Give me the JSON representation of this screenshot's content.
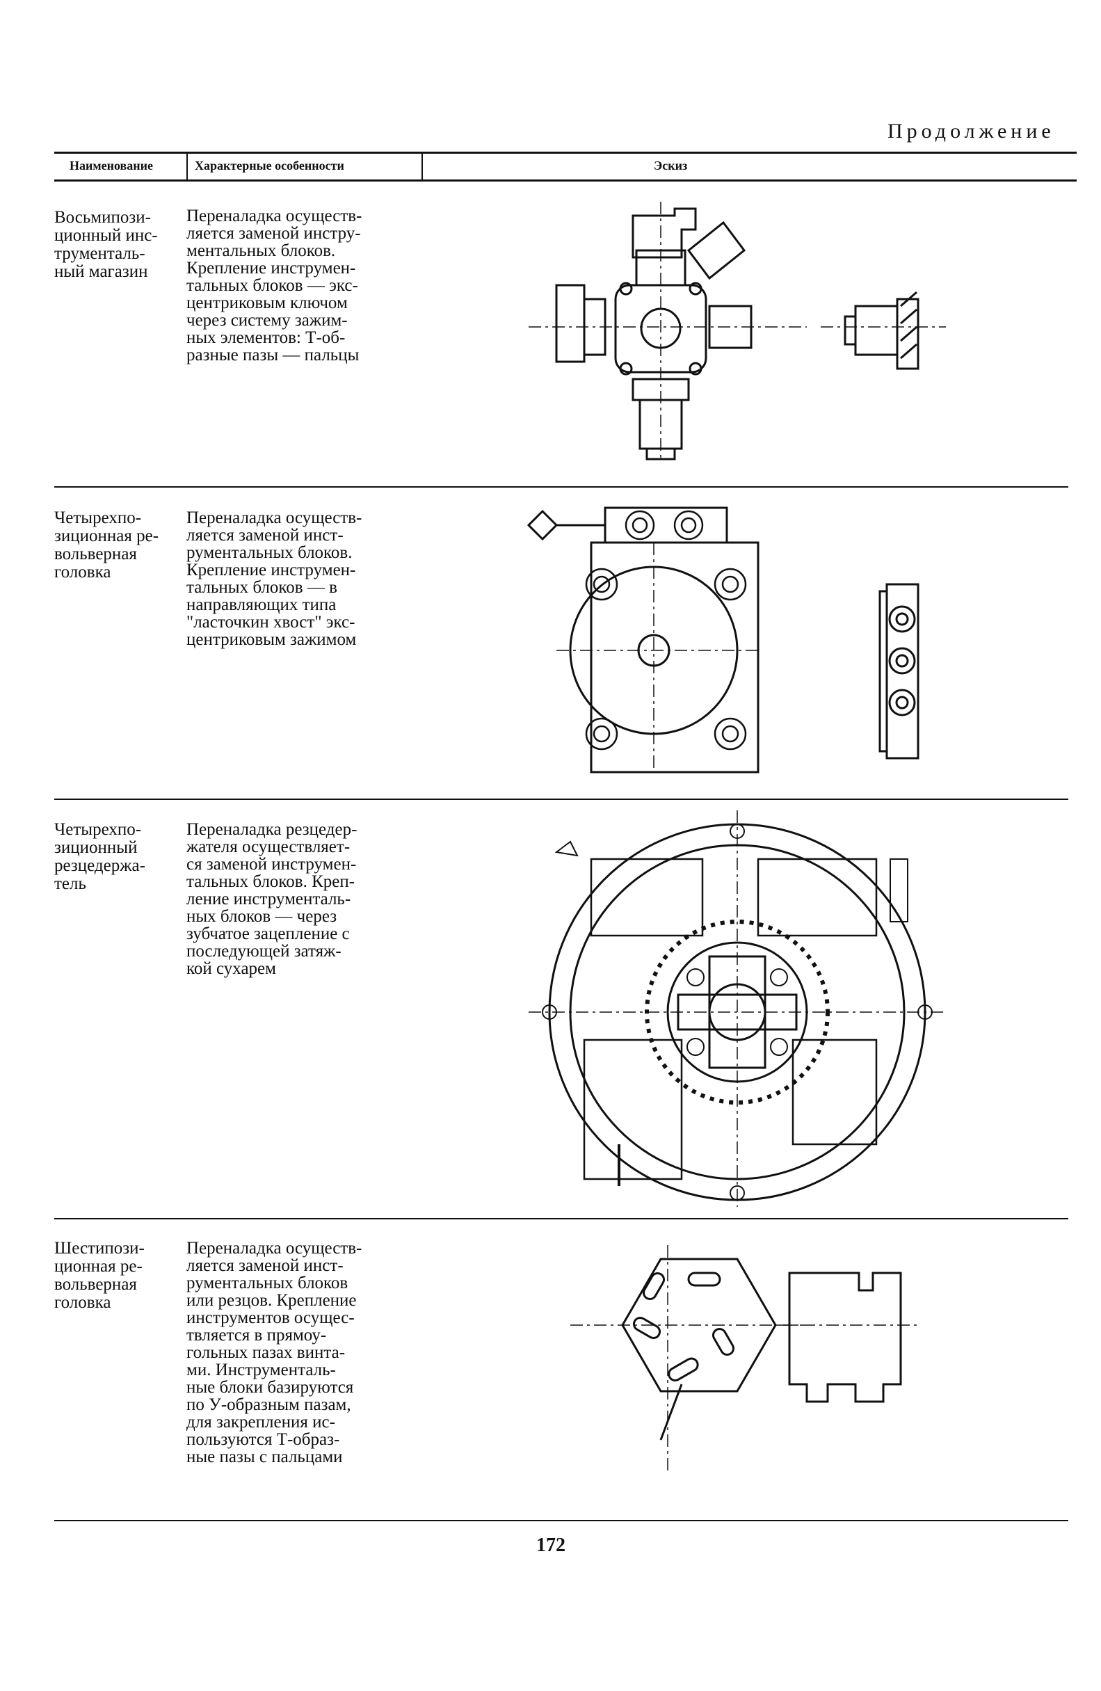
{
  "continued_label": "Продолжение",
  "table": {
    "headers": {
      "name": "Наименование",
      "features": "Характерные особенности",
      "sketch": "Эскиз"
    },
    "rows": [
      {
        "name": "Восьмипози-\nционный инс-\nтрументаль-\nный магазин",
        "features": "Переналадка осуществ-\nляется заменой инстру-\nментальных блоков.\nКрепление инструмен-\nтальных блоков — экс-\nцентриковым ключом\nчерез систему зажим-\nных элементов: Т-об-\nразные пазы — пальцы"
      },
      {
        "name": "Четырехпо-\nзиционная ре-\nвольверная\nголовка",
        "features": "Переналадка осуществ-\nляется заменой инст-\nрументальных блоков.\nКрепление инструмен-\nтальных блоков — в\nнаправляющих типа\n\"ласточкин хвост\" экс-\nцентриковым зажимом"
      },
      {
        "name": "Четырехпо-\nзиционный\nрезцедержа-\nтель",
        "features": "Переналадка резцедер-\nжателя осуществляет-\nся заменой инструмен-\nтальных блоков. Креп-\nление инструменталь-\nных блоков — через\nзубчатое зацепление с\nпоследующей затяж-\nкой сухарем"
      },
      {
        "name": "Шестипози-\nционная ре-\nвольверная\nголовка",
        "features": "Переналадка осуществ-\nляется заменой инст-\nрументальных блоков\nили резцов. Крепление\nинструментов осущес-\nтвляется в прямоу-\nгольных пазах винта-\nми. Инструменталь-\nные блоки базируются\nпо У-образным пазам,\nдля закрепления ис-\nпользуются Т-образ-\nные пазы с пальцами"
      }
    ]
  },
  "page_number": "172"
}
